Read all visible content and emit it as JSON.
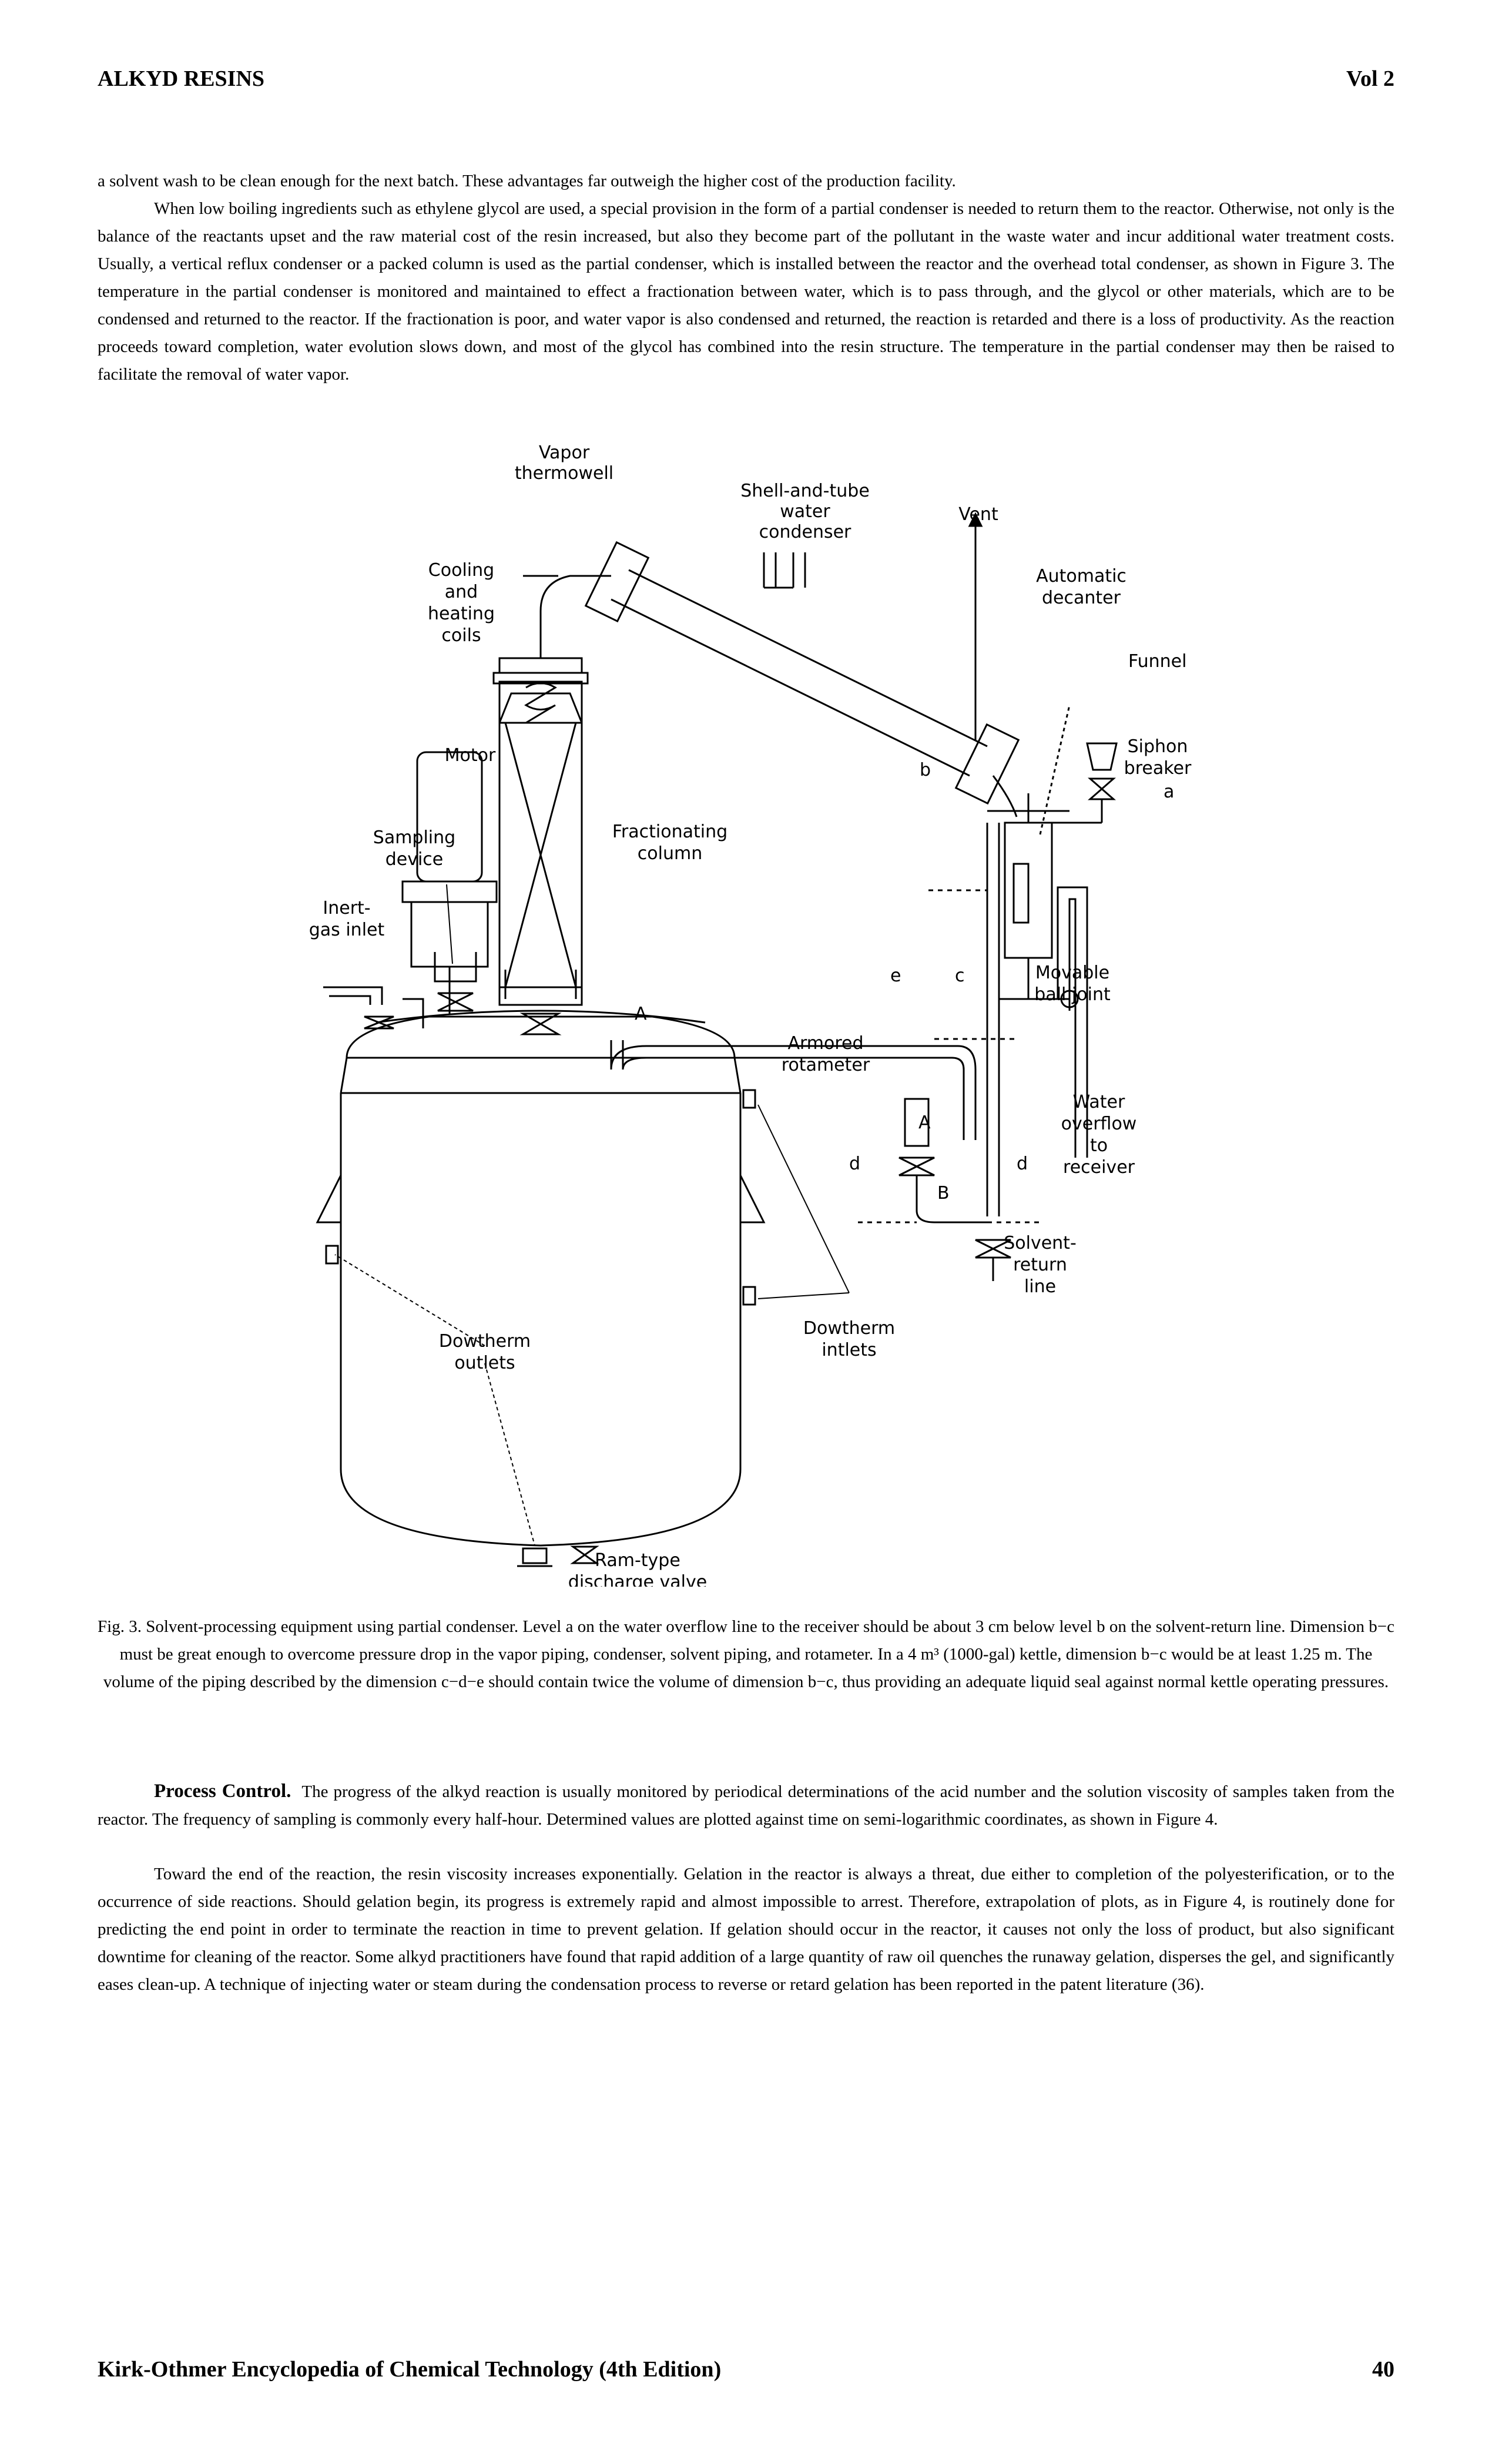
{
  "header": {
    "title": "ALKYD RESINS",
    "volume": "Vol 2"
  },
  "body_top": {
    "para1": "a solvent wash to be clean enough for the next batch. These advantages far outweigh the higher cost of the production facility.",
    "para2": "When low boiling ingredients such as ethylene glycol are used, a special provision in the form of a partial condenser is needed to return them to the reactor. Otherwise, not only is the balance of the reactants upset and the raw material cost of the resin increased, but also they become part of the pollutant in the waste water and incur additional water treatment costs. Usually, a vertical reflux condenser or a packed column is used as the partial condenser, which is installed between the reactor and the overhead total condenser, as shown in Figure 3. The temperature in the partial condenser is monitored and maintained to effect a fractionation between water, which is to pass through, and the glycol or other materials, which are to be condensed and returned to the reactor. If the fractionation is poor, and water vapor is also condensed and returned, the reaction is retarded and there is a loss of productivity. As the reaction proceeds toward completion, water evolution slows down, and most of the glycol has combined into the resin structure. The temperature in the partial condenser may then be raised to facilitate the removal of water vapor."
  },
  "figure": {
    "labels": {
      "vapor_thermowell_1": "Vapor",
      "vapor_thermowell_2": "thermowell",
      "shell_tube_1": "Shell-and-tube",
      "shell_tube_2": "water",
      "shell_tube_3": "condenser",
      "vent": "Vent",
      "cooling_1": "Cooling",
      "cooling_2": "and",
      "cooling_3": "heating",
      "cooling_4": "coils",
      "auto_decanter_1": "Automatic",
      "auto_decanter_2": "decanter",
      "funnel": "Funnel",
      "motor": "Motor",
      "siphon_1": "Siphon",
      "siphon_2": "breaker",
      "level_b": "b",
      "level_a": "a",
      "fractionating_1": "Fractionating",
      "fractionating_2": "column",
      "sampling_1": "Sampling",
      "sampling_2": "device",
      "inert_1": "Inert-",
      "inert_2": "gas inlet",
      "level_e": "e",
      "level_c": "c",
      "movable_1": "Movable",
      "movable_2": "ball joint",
      "valve_a_top": "A",
      "rotameter_1": "Armored",
      "rotameter_2": "rotameter",
      "valve_a_mid": "A",
      "level_d_left": "d",
      "level_d_right": "d",
      "water_overflow_1": "Water",
      "water_overflow_2": "overflow",
      "water_overflow_3": "to",
      "water_overflow_4": "receiver",
      "valve_b": "B",
      "solvent_return_1": "Solvent-",
      "solvent_return_2": "return",
      "solvent_return_3": "line",
      "dowtherm_inlets_1": "Dowtherm",
      "dowtherm_inlets_2": "intlets",
      "dowtherm_outlets_1": "Dowtherm",
      "dowtherm_outlets_2": "outlets",
      "ram_valve_1": "Ram-type",
      "ram_valve_2": "discharge valve"
    }
  },
  "caption": "Fig. 3. Solvent-processing equipment using partial condenser. Level a on the water overflow line to the receiver should be about 3 cm below level b on the solvent-return line. Dimension b−c must be great enough to overcome pressure drop in the vapor piping, condenser, solvent piping, and rotameter. In a 4 m³ (1000-gal) kettle, dimension b−c would be at least 1.25 m. The volume of the piping described by the dimension c−d−e should contain twice the volume of dimension b−c, thus providing an adequate liquid seal against normal kettle operating pressures.",
  "body_bottom": {
    "section_heading": "Process Control.",
    "para3": "The progress of the alkyd reaction is usually monitored by periodical determinations of the acid number and the solution viscosity of samples taken from the reactor. The frequency of sampling is commonly every half-hour. Determined values are plotted against time on semi-logarithmic coordinates, as shown in Figure 4.",
    "para4": "Toward the end of the reaction, the resin viscosity increases exponentially. Gelation in the reactor is always a threat, due either to completion of the polyesterification, or to the occurrence of side reactions. Should gelation begin, its progress is extremely rapid and almost impossible to arrest. Therefore, extrapolation of plots, as in Figure 4, is routinely done for predicting the end point in order to terminate the reaction in time to prevent gelation. If gelation should occur in the reactor, it causes not only the loss of product, but also significant downtime for cleaning of the reactor. Some alkyd practitioners have found that rapid addition of a large quantity of raw oil quenches the runaway gelation, disperses the gel, and significantly eases clean-up. A technique of injecting water or steam during the condensation process to reverse or retard gelation has been reported in the patent literature (36)."
  },
  "footer": {
    "source": "Kirk-Othmer Encyclopedia of Chemical Technology (4th Edition)",
    "page_number": "40"
  }
}
